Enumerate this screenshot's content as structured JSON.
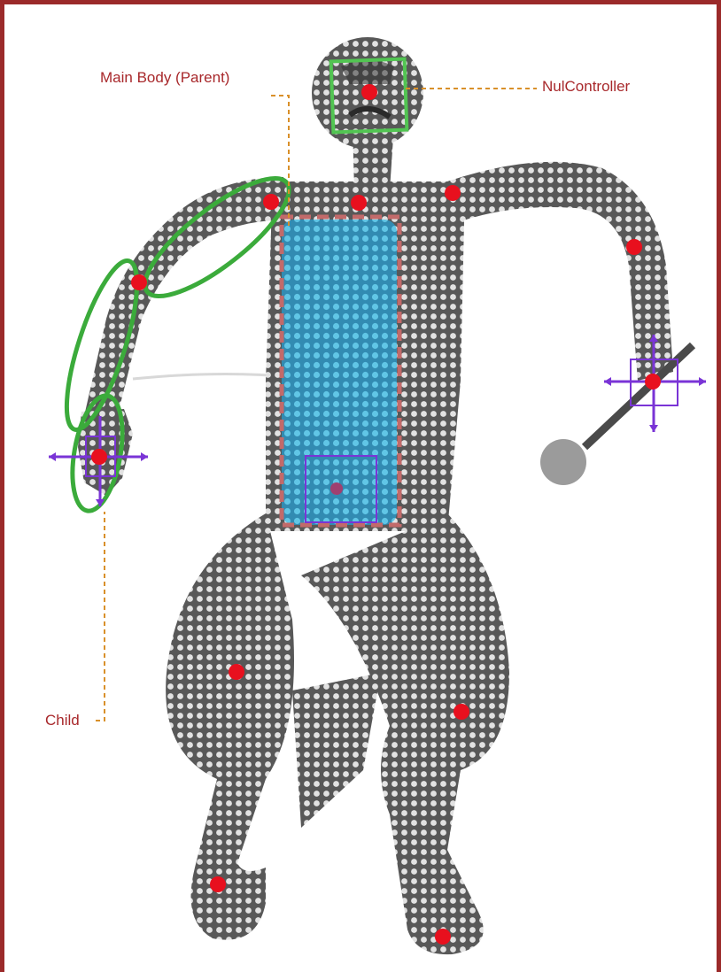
{
  "labels": {
    "main_body": "Main Body (Parent)",
    "nul_controller": "NulController",
    "child": "Child"
  },
  "colors": {
    "frame_border": "#9b2a2a",
    "label_text": "#a8282b",
    "leader_line": "#d9902a",
    "figure_body": "#5a5a5a",
    "figure_dots": "#e4e4e4",
    "joint": "#e8101e",
    "body_fill": "#3aa4d2",
    "body_outline": "#c26a6a",
    "selection_ellipse": "#3bab3b",
    "handle": "#7a34d6",
    "nul_box": "#52c552"
  },
  "icons": [
    "joint-marker",
    "move-handle-icon",
    "nul-controller-box"
  ]
}
